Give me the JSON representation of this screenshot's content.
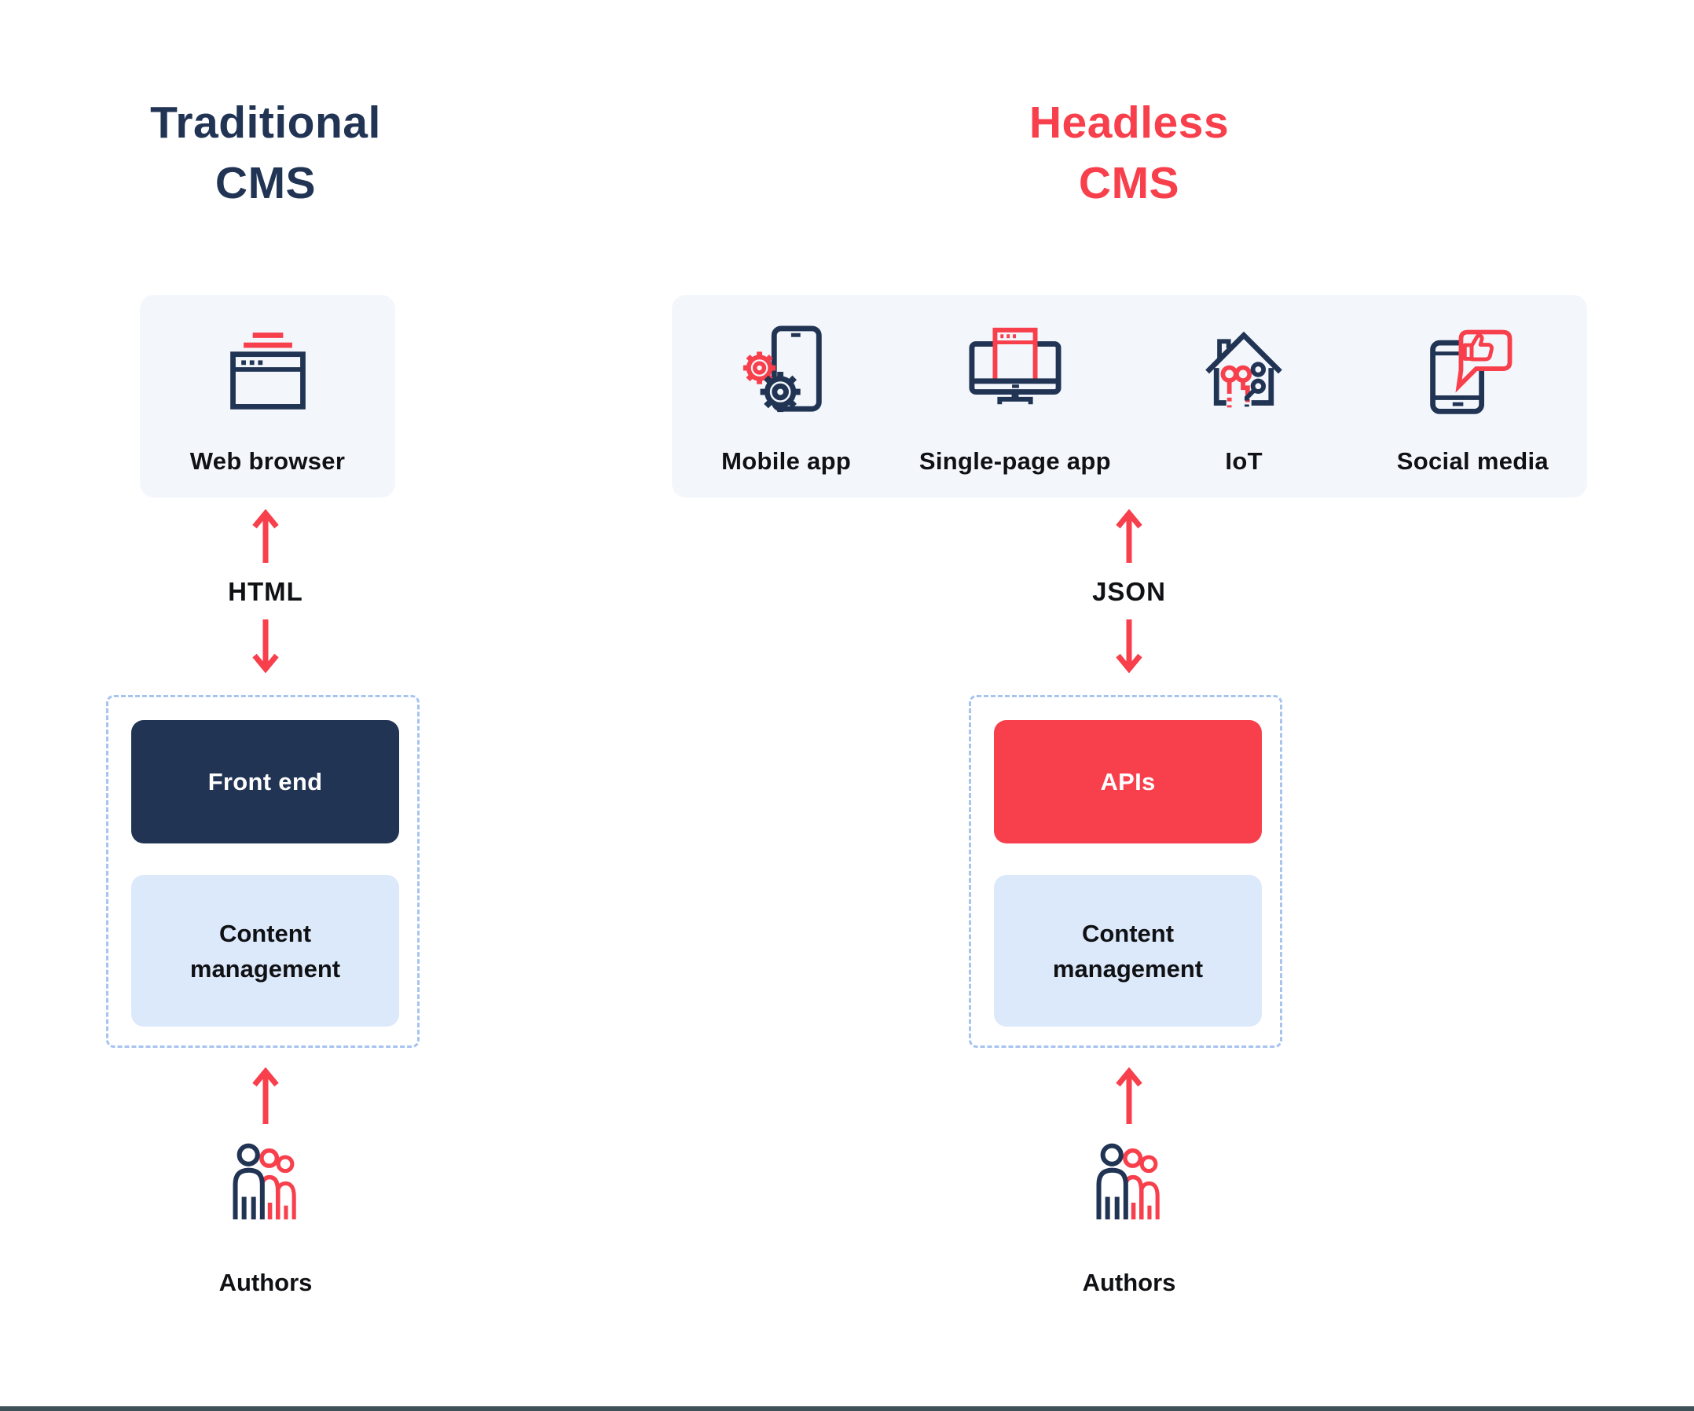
{
  "diagram": {
    "left": {
      "title": "Traditional CMS",
      "channels": [
        {
          "icon": "web-browser-icon",
          "label": "Web browser"
        }
      ],
      "exchange": "HTML",
      "backend": {
        "top_box": "Front end",
        "bottom_box": "Content management"
      },
      "authors": "Authors"
    },
    "right": {
      "title": "Headless CMS",
      "channels": [
        {
          "icon": "mobile-app-icon",
          "label": "Mobile app"
        },
        {
          "icon": "single-page-app-icon",
          "label": "Single-page app"
        },
        {
          "icon": "iot-icon",
          "label": "IoT"
        },
        {
          "icon": "social-media-icon",
          "label": "Social media"
        }
      ],
      "exchange": "JSON",
      "backend": {
        "top_box": "APIs",
        "bottom_box": "Content management"
      },
      "authors": "Authors"
    },
    "colors": {
      "navy": "#213454",
      "red": "#F83F4C",
      "card_background": "#F3F7FC",
      "light_blue_box": "#DCE9FB",
      "dashed_border": "#A6C4EF",
      "text": "#101114",
      "footer_bar": "#3E5158"
    }
  }
}
